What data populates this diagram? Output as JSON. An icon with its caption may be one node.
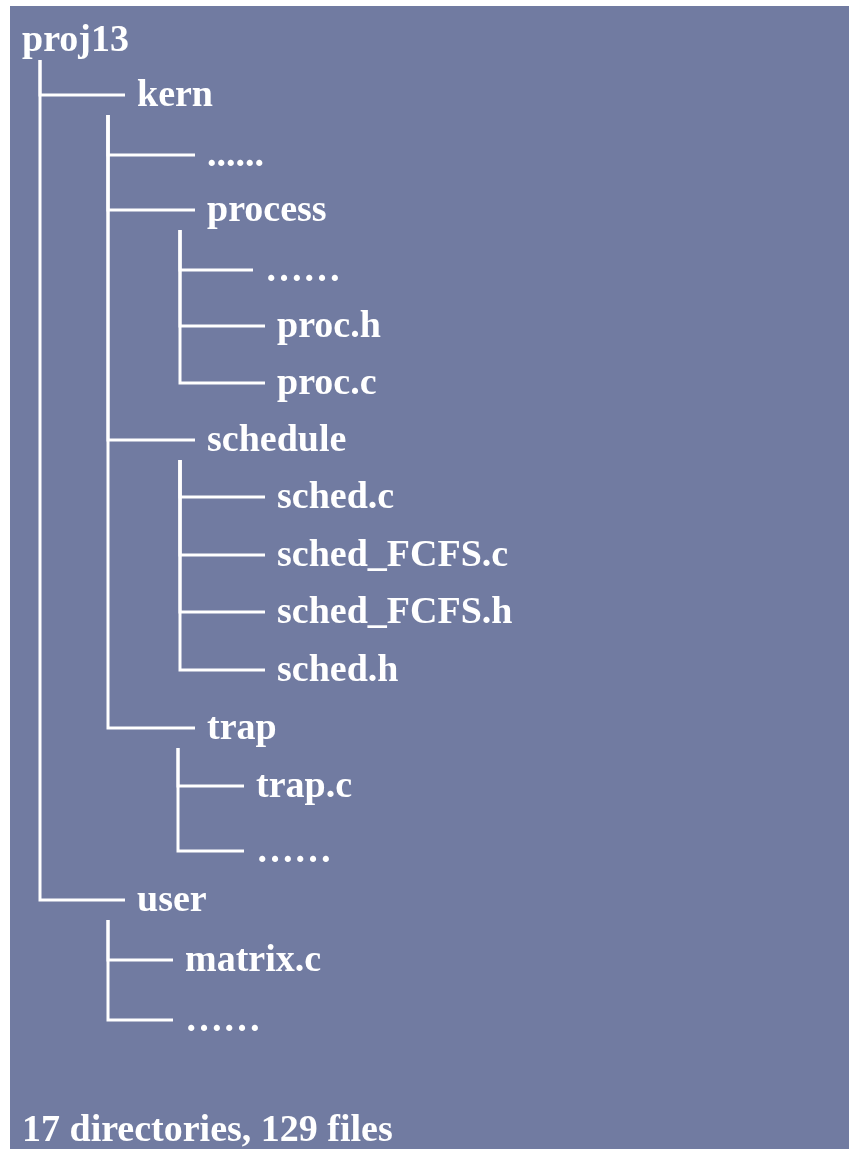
{
  "diagram": {
    "nodes": [
      {
        "text": [
          "proj13"
        ]
      },
      {
        "text": [
          "kern"
        ]
      },
      {
        "text": [
          "......"
        ]
      },
      {
        "text": [
          "process"
        ]
      },
      {
        "text": [
          "……"
        ]
      },
      {
        "text": [
          "proc.h"
        ]
      },
      {
        "text": [
          "proc.c"
        ]
      },
      {
        "text": [
          "schedule"
        ]
      },
      {
        "text": [
          "sched.c"
        ]
      },
      {
        "text": [
          "sched_FCFS.c"
        ]
      },
      {
        "text": [
          "sched_FCFS.h"
        ]
      },
      {
        "text": [
          "sched.h"
        ]
      },
      {
        "text": [
          "trap"
        ]
      },
      {
        "text": [
          "trap.c"
        ]
      },
      {
        "text": [
          "……"
        ]
      },
      {
        "text": [
          "user"
        ]
      },
      {
        "text": [
          "matrix.c"
        ]
      },
      {
        "text": [
          "……"
        ]
      }
    ],
    "edges": [
      {
        "from": 0,
        "to": 1,
        "arrow": "none"
      },
      {
        "from": 1,
        "to": 2,
        "arrow": "none"
      },
      {
        "from": 1,
        "to": 3,
        "arrow": "none"
      },
      {
        "from": 3,
        "to": 4,
        "arrow": "none"
      },
      {
        "from": 3,
        "to": 5,
        "arrow": "none"
      },
      {
        "from": 3,
        "to": 6,
        "arrow": "none"
      },
      {
        "from": 1,
        "to": 7,
        "arrow": "none"
      },
      {
        "from": 7,
        "to": 8,
        "arrow": "none"
      },
      {
        "from": 7,
        "to": 9,
        "arrow": "none"
      },
      {
        "from": 7,
        "to": 10,
        "arrow": "none"
      },
      {
        "from": 7,
        "to": 11,
        "arrow": "none"
      },
      {
        "from": 1,
        "to": 12,
        "arrow": "none"
      },
      {
        "from": 12,
        "to": 13,
        "arrow": "none"
      },
      {
        "from": 12,
        "to": 14,
        "arrow": "none"
      },
      {
        "from": 0,
        "to": 15,
        "arrow": "none"
      },
      {
        "from": 15,
        "to": 16,
        "arrow": "none"
      },
      {
        "from": 15,
        "to": 17,
        "arrow": "none"
      }
    ],
    "labels": [
      "17 directories, 129 files"
    ]
  }
}
